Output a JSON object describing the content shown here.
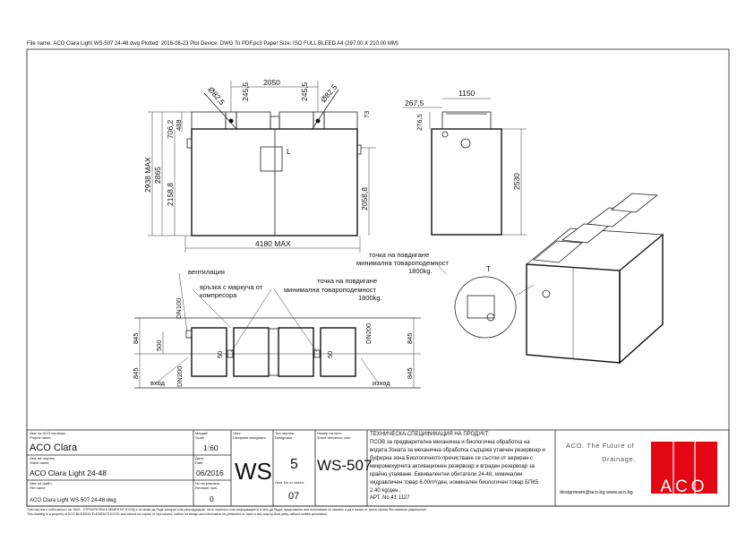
{
  "header": {
    "plot_info": "File name: ACO Clara Light WS-507 24-48.dwg   Plotted: 2016-08-23   Plot Device: DWG To PDF.pc3   Paper Size: ISO FULL BLEED A4 (297.00 X 210.00 MM)"
  },
  "front_view": {
    "dims": [
      "2050",
      "245,5",
      "245,5",
      "Ø82,5",
      "Ø82,5",
      "73",
      "706,2",
      "488",
      "2938 MAX",
      "2865",
      "2158,8",
      "2058,8",
      "4180 MAX"
    ],
    "label_L": "L"
  },
  "side_view": {
    "dims": [
      "1150",
      "267,5",
      "276,5",
      "2530"
    ]
  },
  "iso_view": {
    "label_T": "T",
    "lift_note": [
      "точка на повдигане",
      "минимална товароподемност",
      "1800kg."
    ]
  },
  "plan_view": {
    "ventilation": "вентилация",
    "compressor": [
      "връзка с маркуча от",
      "компресора"
    ],
    "lift_note": [
      "точка на повдигане",
      "минимална товароподемност",
      "1800kg."
    ],
    "dims": [
      "DN100",
      "DN200",
      "DN200",
      "845",
      "845",
      "500",
      "50",
      "50",
      "845",
      "845"
    ],
    "inlet": "вход",
    "outlet": "изход"
  },
  "title_block": {
    "project_label": "Име на АСО система:",
    "project_label_en": "Project name",
    "project_name": "ACO Clara",
    "sheet_label": "Име на чертеж:",
    "sheet_label_en": "Sheet name",
    "sheet_name": "ACO Clara Light 24-48",
    "file_label": "Име на файл:",
    "file_label_en": "File name",
    "file_name": "ACO Clara Light WS-507 24-48.dwg",
    "scale_label": "Мащаб:",
    "scale_label_en": "Scale",
    "scale": "1:60",
    "date_label": "Дата:",
    "date_label_en": "Date",
    "date": "06/2016",
    "revision_label": "No на ревизия:",
    "revision_label_en": "Revision num.",
    "revision": "0",
    "discipline_label": "Част:",
    "discipline_label_en": "Discipline designator",
    "discipline": "WS",
    "type_label": "Тип чертеж:",
    "type_label_en": "Designator",
    "type": "5",
    "sheet_no_label": "Лист No от листа:",
    "sheet_no": "07",
    "ref_label": "Номер на лист:",
    "ref_label_en": "Sheet reference num.",
    "ref": "WS-507",
    "spec_title": "ТЕХНИЧЕСКА СПЕЦИФИКАЦИЯ НА ПРОДУКТ:",
    "spec_lines": [
      "ПСОВ за предварителна механична и биологична обработка на",
      "водата.Зоната за механична обработка съдържа утаечен резервоар и",
      "буферна зона.Биологичното пречистване се състои от аериран с",
      "микромехурчета активационен резервоар и вграден резервоар за",
      "крайно утаяване. Еквивалентни обитатели 24-48, номинален",
      "хидравличен товар 6.00m³/ден, номинален биологичен товар БПК5",
      "2.40 kg/ден.;",
      "АРТ. No 41 1127"
    ],
    "slogan_1": "ACO. The Future of",
    "slogan_2": "Drainage.",
    "contact": "designteam@aco.bg  www.aco.bg",
    "logo_text": "ACO"
  },
  "footer": {
    "line_bg": "Този чертеж е собственост на \"АКО - СТРОИТЕЛНИ ЕЛЕМЕНТИ\" ЕООД и не може да бъде копиран или репродуциран, нито чертежът или информацията в него да бъдат представени или използвани по какъвто и да е начин от трета страна без писмено разрешение.",
    "line_en": "This drawing is a property of ACO BUILDING ELEMENTS EOOD and cannot be copied or reproduced, neither its design and information be presented or used in any way by third party, without written permission."
  },
  "colors": {
    "brand_red": "#e30613",
    "line": "#222222"
  }
}
